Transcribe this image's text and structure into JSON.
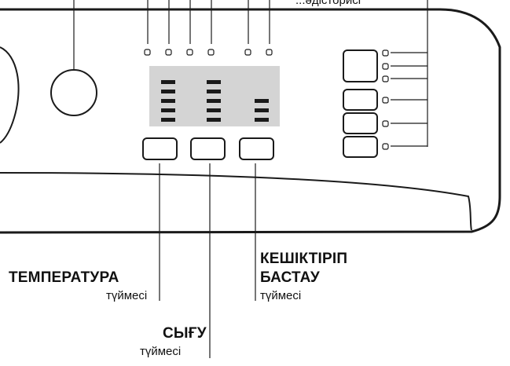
{
  "labels": {
    "temperature": {
      "title": "ТЕМПЕРАТУРА",
      "subtitle": "түймесі"
    },
    "spin": {
      "title": "СЫҒУ",
      "subtitle": "түймесі"
    },
    "delay_start": {
      "title_line1": "КЕШІКТІРІП",
      "title_line2": "БАСТАУ",
      "subtitle": "түймесі"
    },
    "top_cut_text": "...әдісторисі"
  },
  "display": {
    "columns": [
      {
        "segments": 5
      },
      {
        "segments": 5
      },
      {
        "segments": 3
      }
    ]
  },
  "colors": {
    "line": "#1a1a1a",
    "display_bg": "#d4d4d4",
    "segment": "#1a1a1a"
  }
}
